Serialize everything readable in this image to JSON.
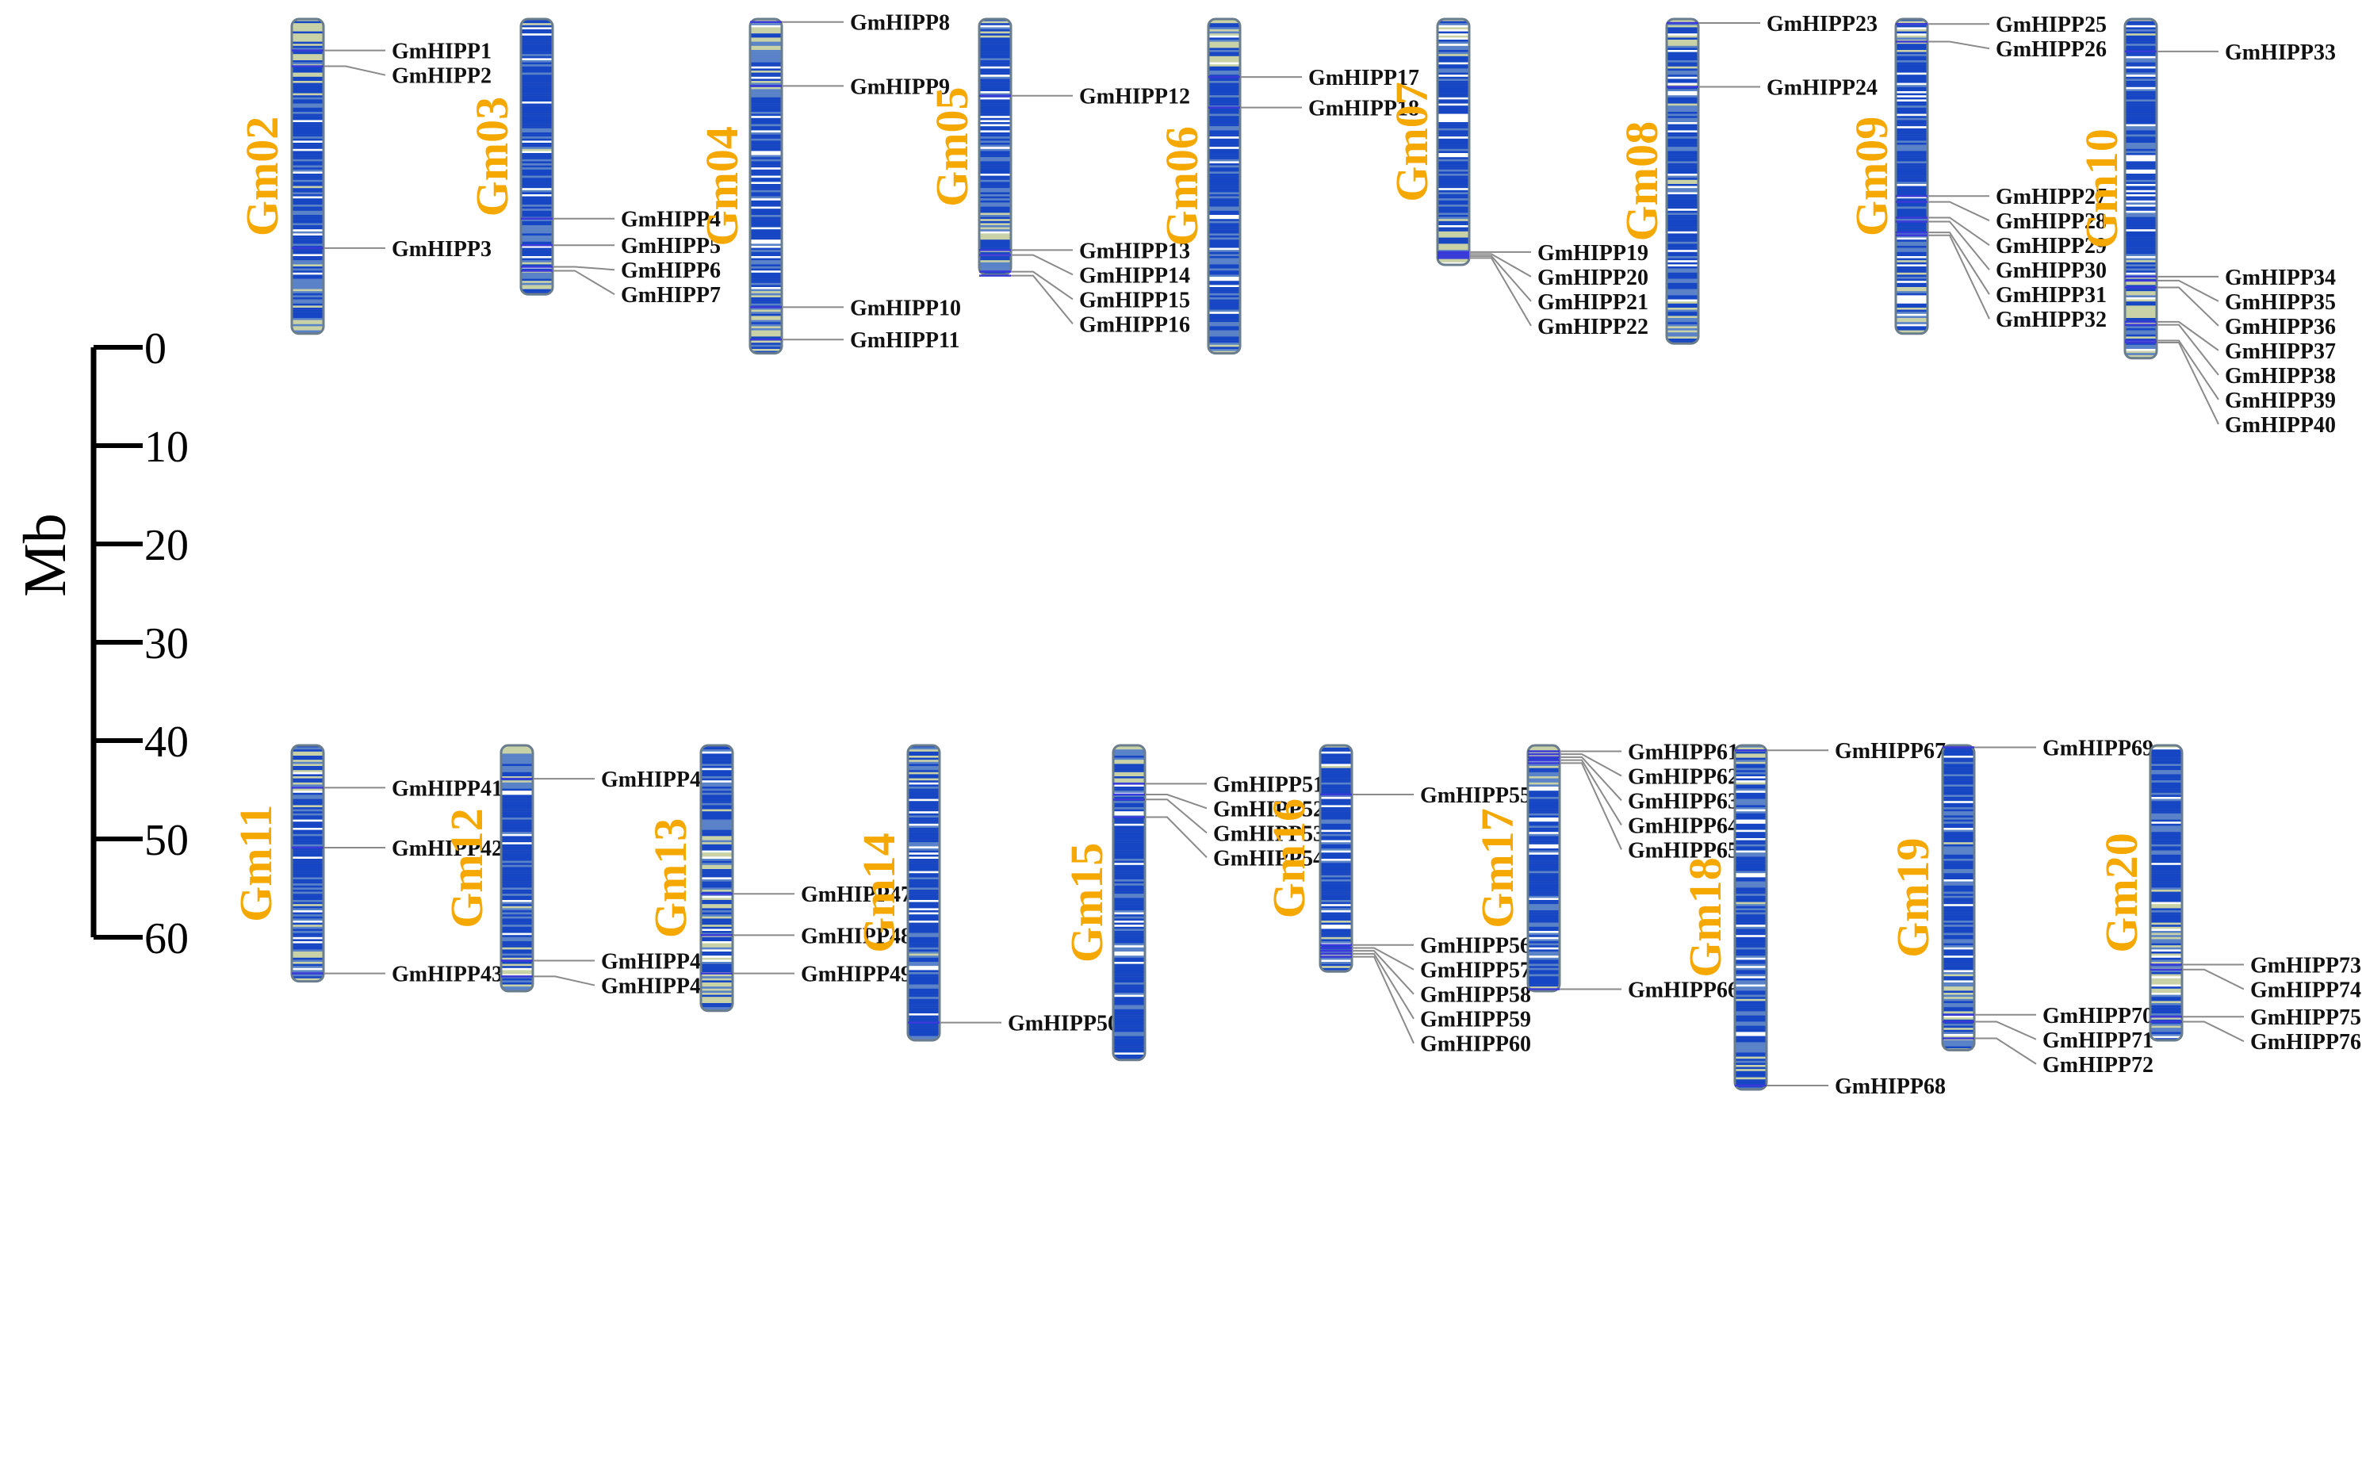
{
  "scale": {
    "unit": "Mb",
    "ticks": [
      0,
      10,
      20,
      30,
      40,
      50,
      60
    ]
  },
  "colors": {
    "label": "#f5a800",
    "dense": "#1746c4",
    "mid": "#5a82c8",
    "sparse": "#c9d2a6",
    "low": "#ffffff",
    "outline": "#6a7d8c",
    "marker": "#3a3ad8"
  },
  "chromosomes": [
    {
      "name": "Gm02",
      "row": 0,
      "length": 32.0,
      "profile": [
        0.3,
        0.5,
        0.4,
        0.7,
        0.9,
        0.8,
        0.6,
        0.7,
        0.9,
        0.8,
        0.5,
        0.4,
        0.3
      ],
      "genes": [
        {
          "name": "GmHIPP1",
          "pos": 3.2
        },
        {
          "name": "GmHIPP2",
          "pos": 4.8
        },
        {
          "name": "GmHIPP3",
          "pos": 23.3
        }
      ]
    },
    {
      "name": "Gm03",
      "row": 0,
      "length": 28.0,
      "profile": [
        0.6,
        0.8,
        0.9,
        0.8,
        0.9,
        0.7,
        0.8,
        0.9,
        0.7,
        0.6,
        0.5,
        0.3
      ],
      "genes": [
        {
          "name": "GmHIPP4",
          "pos": 20.3
        },
        {
          "name": "GmHIPP5",
          "pos": 23.0
        },
        {
          "name": "GmHIPP6",
          "pos": 25.2
        },
        {
          "name": "GmHIPP7",
          "pos": 25.6
        }
      ]
    },
    {
      "name": "Gm04",
      "row": 0,
      "length": 34.0,
      "profile": [
        0.3,
        0.4,
        0.6,
        0.8,
        0.9,
        0.8,
        0.7,
        0.8,
        0.9,
        0.7,
        0.5,
        0.4,
        0.3
      ],
      "genes": [
        {
          "name": "GmHIPP8",
          "pos": 0.3
        },
        {
          "name": "GmHIPP9",
          "pos": 6.8
        },
        {
          "name": "GmHIPP10",
          "pos": 29.3
        },
        {
          "name": "GmHIPP11",
          "pos": 32.6
        }
      ]
    },
    {
      "name": "Gm05",
      "row": 0,
      "length": 26.0,
      "profile": [
        0.5,
        0.7,
        0.9,
        0.8,
        0.9,
        0.8,
        0.7,
        0.8,
        0.6,
        0.5,
        0.4,
        0.3
      ],
      "genes": [
        {
          "name": "GmHIPP12",
          "pos": 7.8
        },
        {
          "name": "GmHIPP13",
          "pos": 23.5
        },
        {
          "name": "GmHIPP14",
          "pos": 24.0
        },
        {
          "name": "GmHIPP15",
          "pos": 25.7
        },
        {
          "name": "GmHIPP16",
          "pos": 26.1
        }
      ]
    },
    {
      "name": "Gm06",
      "row": 0,
      "length": 34.0,
      "profile": [
        0.4,
        0.5,
        0.8,
        0.9,
        0.8,
        0.7,
        0.9,
        0.8,
        0.7,
        0.8,
        0.6,
        0.5,
        0.4
      ],
      "genes": [
        {
          "name": "GmHIPP17",
          "pos": 5.9
        },
        {
          "name": "GmHIPP18",
          "pos": 9.0
        }
      ]
    },
    {
      "name": "Gm07",
      "row": 0,
      "length": 25.0,
      "profile": [
        0.3,
        0.5,
        0.7,
        0.9,
        0.8,
        0.9,
        0.7,
        0.8,
        0.6,
        0.5,
        0.4
      ],
      "genes": [
        {
          "name": "GmHIPP19",
          "pos": 23.7
        },
        {
          "name": "GmHIPP20",
          "pos": 23.9
        },
        {
          "name": "GmHIPP21",
          "pos": 24.1
        },
        {
          "name": "GmHIPP22",
          "pos": 24.3
        }
      ]
    },
    {
      "name": "Gm08",
      "row": 0,
      "length": 33.0,
      "profile": [
        0.3,
        0.4,
        0.5,
        0.7,
        0.8,
        0.9,
        0.7,
        0.8,
        0.9,
        0.8,
        0.6,
        0.5,
        0.4
      ],
      "genes": [
        {
          "name": "GmHIPP23",
          "pos": 0.4
        },
        {
          "name": "GmHIPP24",
          "pos": 6.9
        }
      ]
    },
    {
      "name": "Gm09",
      "row": 0,
      "length": 32.0,
      "profile": [
        0.4,
        0.6,
        0.9,
        0.8,
        0.9,
        0.8,
        0.9,
        0.8,
        0.7,
        0.6,
        0.5,
        0.4
      ],
      "genes": [
        {
          "name": "GmHIPP25",
          "pos": 0.5
        },
        {
          "name": "GmHIPP26",
          "pos": 2.3
        },
        {
          "name": "GmHIPP27",
          "pos": 18.0
        },
        {
          "name": "GmHIPP28",
          "pos": 18.6
        },
        {
          "name": "GmHIPP29",
          "pos": 20.2
        },
        {
          "name": "GmHIPP30",
          "pos": 20.6
        },
        {
          "name": "GmHIPP31",
          "pos": 21.7
        },
        {
          "name": "GmHIPP32",
          "pos": 22.0
        }
      ]
    },
    {
      "name": "Gm10",
      "row": 0,
      "length": 34.5,
      "profile": [
        0.5,
        0.7,
        0.9,
        0.8,
        0.7,
        0.9,
        0.8,
        0.7,
        0.6,
        0.5,
        0.4,
        0.3
      ],
      "genes": [
        {
          "name": "GmHIPP33",
          "pos": 3.3
        },
        {
          "name": "GmHIPP34",
          "pos": 26.2
        },
        {
          "name": "GmHIPP35",
          "pos": 26.6
        },
        {
          "name": "GmHIPP36",
          "pos": 27.3
        },
        {
          "name": "GmHIPP37",
          "pos": 30.8
        },
        {
          "name": "GmHIPP38",
          "pos": 31.1
        },
        {
          "name": "GmHIPP39",
          "pos": 32.7
        },
        {
          "name": "GmHIPP40",
          "pos": 32.9
        }
      ]
    },
    {
      "name": "Gm11",
      "row": 1,
      "length": 24.0,
      "profile": [
        0.3,
        0.4,
        0.6,
        0.8,
        0.9,
        0.8,
        0.7,
        0.6,
        0.5,
        0.4
      ],
      "genes": [
        {
          "name": "GmHIPP41",
          "pos": 4.3
        },
        {
          "name": "GmHIPP42",
          "pos": 10.4
        },
        {
          "name": "GmHIPP43",
          "pos": 23.2
        }
      ]
    },
    {
      "name": "Gm12",
      "row": 1,
      "length": 25.0,
      "profile": [
        0.3,
        0.5,
        0.7,
        0.9,
        0.8,
        0.9,
        0.7,
        0.6,
        0.5,
        0.4
      ],
      "genes": [
        {
          "name": "GmHIPP44",
          "pos": 3.4
        },
        {
          "name": "GmHIPP45",
          "pos": 21.9
        },
        {
          "name": "GmHIPP46",
          "pos": 23.5
        }
      ]
    },
    {
      "name": "Gm13",
      "row": 1,
      "length": 27.0,
      "profile": [
        0.9,
        0.8,
        0.7,
        0.6,
        0.5,
        0.6,
        0.5,
        0.4,
        0.5,
        0.4,
        0.3
      ],
      "genes": [
        {
          "name": "GmHIPP47",
          "pos": 15.1
        },
        {
          "name": "GmHIPP48",
          "pos": 19.3
        },
        {
          "name": "GmHIPP49",
          "pos": 23.2
        }
      ]
    },
    {
      "name": "Gm14",
      "row": 1,
      "length": 30.0,
      "profile": [
        0.4,
        0.6,
        0.9,
        0.8,
        0.9,
        0.8,
        0.9,
        0.7,
        0.8,
        0.9,
        0.6
      ],
      "genes": [
        {
          "name": "GmHIPP50",
          "pos": 28.2
        }
      ]
    },
    {
      "name": "Gm15",
      "row": 1,
      "length": 32.0,
      "profile": [
        0.4,
        0.6,
        0.8,
        0.9,
        0.8,
        0.9,
        0.8,
        0.7,
        0.9,
        0.8,
        0.9
      ],
      "genes": [
        {
          "name": "GmHIPP51",
          "pos": 3.9
        },
        {
          "name": "GmHIPP52",
          "pos": 5.0
        },
        {
          "name": "GmHIPP53",
          "pos": 5.5
        },
        {
          "name": "GmHIPP54",
          "pos": 7.3
        }
      ]
    },
    {
      "name": "Gm16",
      "row": 1,
      "length": 23.0,
      "profile": [
        0.5,
        0.7,
        0.9,
        0.8,
        0.9,
        0.8,
        0.7,
        0.6,
        0.5
      ],
      "genes": [
        {
          "name": "GmHIPP55",
          "pos": 5.0
        },
        {
          "name": "GmHIPP56",
          "pos": 20.3
        },
        {
          "name": "GmHIPP57",
          "pos": 20.6
        },
        {
          "name": "GmHIPP58",
          "pos": 20.9
        },
        {
          "name": "GmHIPP59",
          "pos": 21.2
        },
        {
          "name": "GmHIPP60",
          "pos": 21.5
        }
      ]
    },
    {
      "name": "Gm17",
      "row": 1,
      "length": 25.0,
      "profile": [
        0.4,
        0.6,
        0.8,
        0.9,
        0.8,
        0.9,
        0.8,
        0.7,
        0.8,
        0.6
      ],
      "genes": [
        {
          "name": "GmHIPP61",
          "pos": 0.6
        },
        {
          "name": "GmHIPP62",
          "pos": 0.9
        },
        {
          "name": "GmHIPP63",
          "pos": 1.2
        },
        {
          "name": "GmHIPP64",
          "pos": 1.5
        },
        {
          "name": "GmHIPP65",
          "pos": 1.8
        },
        {
          "name": "GmHIPP66",
          "pos": 24.8
        }
      ]
    },
    {
      "name": "Gm18",
      "row": 1,
      "length": 35.0,
      "profile": [
        0.3,
        0.5,
        0.8,
        0.9,
        0.8,
        0.7,
        0.9,
        0.8,
        0.7,
        0.8,
        0.6,
        0.5
      ],
      "genes": [
        {
          "name": "GmHIPP67",
          "pos": 0.5
        },
        {
          "name": "GmHIPP68",
          "pos": 34.6
        }
      ]
    },
    {
      "name": "Gm19",
      "row": 1,
      "length": 31.0,
      "profile": [
        0.8,
        0.9,
        0.8,
        0.7,
        0.8,
        0.9,
        0.8,
        0.7,
        0.6,
        0.5,
        0.4
      ],
      "genes": [
        {
          "name": "GmHIPP69",
          "pos": 0.2
        },
        {
          "name": "GmHIPP70",
          "pos": 27.4
        },
        {
          "name": "GmHIPP71",
          "pos": 28.1
        },
        {
          "name": "GmHIPP72",
          "pos": 29.8
        }
      ]
    },
    {
      "name": "Gm20",
      "row": 1,
      "length": 30.0,
      "profile": [
        0.6,
        0.8,
        0.9,
        0.7,
        0.8,
        0.7,
        0.6,
        0.5,
        0.4,
        0.5,
        0.4
      ],
      "genes": [
        {
          "name": "GmHIPP73",
          "pos": 22.3
        },
        {
          "name": "GmHIPP74",
          "pos": 22.8
        },
        {
          "name": "GmHIPP75",
          "pos": 27.6
        },
        {
          "name": "GmHIPP76",
          "pos": 28.1
        }
      ]
    }
  ]
}
